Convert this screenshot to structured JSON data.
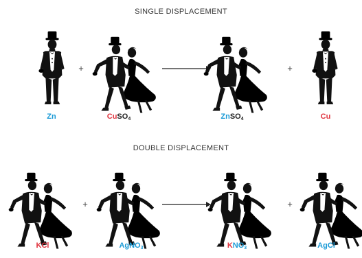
{
  "colors": {
    "blue": "#1a9ad6",
    "red": "#e0343f",
    "black": "#111111"
  },
  "single": {
    "title": "SINGLE DISPLACEMENT",
    "reactant_1": {
      "symbol": "Zn",
      "color": "blue"
    },
    "reactant_2": {
      "metal": "Cu",
      "anion": "SO",
      "subscript": "4",
      "metal_color": "red",
      "anion_color": "blue"
    },
    "plus_1": "+",
    "product_1": {
      "metal": "Zn",
      "anion": "SO",
      "subscript": "4",
      "color": "blue"
    },
    "plus_2": "+",
    "product_2": {
      "symbol": "Cu",
      "color": "red"
    }
  },
  "double": {
    "title": "DOUBLE DISPLACEMENT",
    "reactant_1": {
      "symbol": "KCl",
      "color": "red"
    },
    "plus_1": "+",
    "reactant_2": {
      "metal": "AgNO",
      "subscript": "3",
      "color": "blue"
    },
    "product_1": {
      "metal": "K",
      "anion": "NO",
      "subscript": "3",
      "metal_color": "red",
      "anion_color": "blue"
    },
    "plus_2": "+",
    "product_2": {
      "symbol": "AgCl",
      "color": "blue"
    }
  }
}
